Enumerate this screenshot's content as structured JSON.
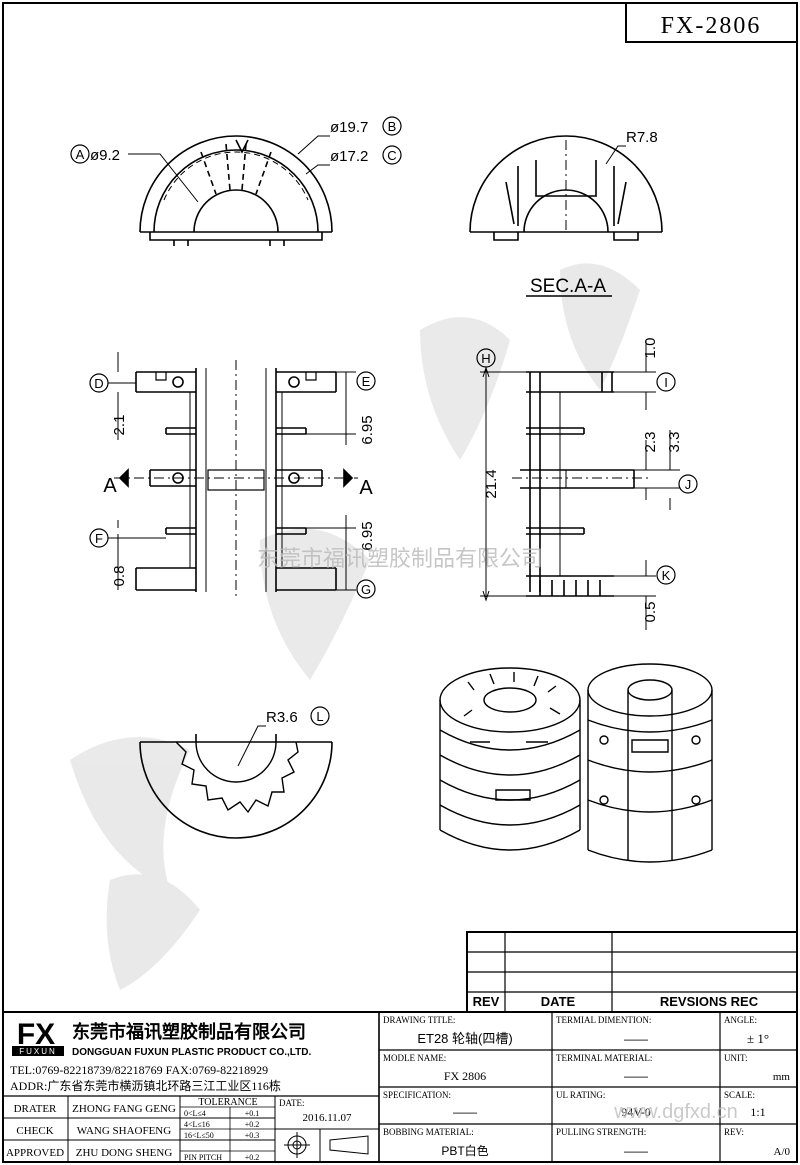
{
  "header": {
    "part_number": "FX-2806"
  },
  "views": {
    "top": {
      "callouts": [
        {
          "letter": "A",
          "value": "ø9.2"
        },
        {
          "letter": "B",
          "value": "ø19.7"
        },
        {
          "letter": "C",
          "value": "ø17.2"
        }
      ]
    },
    "section": {
      "title": "SEC.A-A",
      "radius": "R7.8"
    },
    "front": {
      "letters": [
        "D",
        "E",
        "F",
        "G"
      ],
      "dims": [
        "2.1",
        "6.95",
        "6.95",
        "0.8"
      ],
      "section_mark": "A"
    },
    "side": {
      "letters": [
        "H",
        "I",
        "J",
        "K"
      ],
      "dims": [
        "21.4",
        "1.0",
        "2.3",
        "3.3",
        "0.5"
      ]
    },
    "bottom": {
      "letter": "L",
      "radius": "R3.6"
    }
  },
  "watermark": {
    "text": "东莞市福讯塑胶制品有限公司"
  },
  "revision_table": {
    "headers": [
      "REV",
      "DATE",
      "REVSIONS REC"
    ]
  },
  "title_block": {
    "logo": {
      "mark": "FX",
      "sub": "FUXUN"
    },
    "company_cn": "东莞市福讯塑胶制品有限公司",
    "company_en": "DONGGUAN FUXUN PLASTIC PRODUCT CO.,LTD.",
    "tel_line": "TEL:0769-82218739/82218769 FAX:0769-82218929",
    "addr_line": "ADDR:广东省东莞市横沥镇北环路三江工业区116栋",
    "people": [
      {
        "role": "DRATER",
        "name": "ZHONG FANG GENG"
      },
      {
        "role": "CHECK",
        "name": "WANG SHAOFENG"
      },
      {
        "role": "APPROVED",
        "name": "ZHU DONG SHENG"
      }
    ],
    "tolerance": {
      "title": "TOLERANCE",
      "rows": [
        {
          "range": "0<L≤4",
          "value": "+0.1"
        },
        {
          "range": "4<L≤16",
          "value": "+0.2"
        },
        {
          "range": "16<L≤50",
          "value": "+0.3"
        },
        {
          "range": "PIN PITCH",
          "value": "+0.2"
        }
      ]
    },
    "date_label": "DATE:",
    "date_value": "2016.11.07",
    "fields": {
      "drawing_title_label": "DRAWING TITLE:",
      "drawing_title": "ET28 轮轴(四槽)",
      "model_name_label": "MODLE NAME:",
      "model_name": "FX 2806",
      "specification_label": "SPECIFICATION:",
      "specification": "——",
      "bobbing_material_label": "BOBBING MATERIAL:",
      "bobbing_material": "PBT白色",
      "terminal_dimension_label": "TERMIAL DIMENTION:",
      "terminal_dimension": "——",
      "terminal_material_label": "TERMINAL MATERIAL:",
      "terminal_material": "——",
      "ul_rating_label": "UL RATING:",
      "ul_rating": "94V-0",
      "pulling_strength_label": "PULLING STRENGTH:",
      "pulling_strength": "——",
      "angle_label": "ANGLE:",
      "angle": "± 1°",
      "unit_label": "UNIT:",
      "unit": "mm",
      "scale_label": "SCALE:",
      "scale": "1:1",
      "rev_label": "REV:",
      "rev": "A/0"
    },
    "site_watermark": "www.dgfxd.cn"
  }
}
